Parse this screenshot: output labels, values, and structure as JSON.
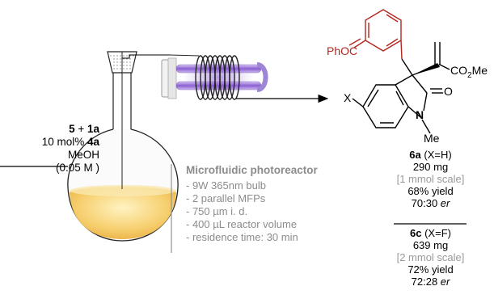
{
  "conditions": {
    "line1_a": "5",
    "line1_b": " + ",
    "line1_c": "1a",
    "line2_a": "10 mol% ",
    "line2_b": "4a",
    "line3": "MeOH",
    "line4": "(0.05 M )"
  },
  "reactor": {
    "title": "Microfluidic photoreactor",
    "specs": [
      "- 9W 365nm bulb",
      "- 2 parallel MFPs",
      "- 750 µm i. d.",
      "- 400 µL reactor volume",
      "- residence time: 30 min"
    ]
  },
  "structure": {
    "phoc": "PhOC",
    "x": "X",
    "co2me_a": "CO",
    "co2me_sub": "2",
    "co2me_b": "Me",
    "o": "O",
    "n": "N",
    "me": "Me"
  },
  "results": [
    {
      "compound": "6a",
      "substituent": " (X=H)",
      "mass": "290 mg",
      "scale": "[1 mmol scale]",
      "yield": "68% yield",
      "er_value": "70:30 ",
      "er_label": "er"
    },
    {
      "compound": "6c",
      "substituent": " (X=F)",
      "mass": "639 mg",
      "scale": "[2 mmol scale]",
      "yield": "72% yield",
      "er_value": "72:28 ",
      "er_label": "er"
    }
  ],
  "colors": {
    "highlight": "#b3261e",
    "spec_text": "#8c8c8c",
    "flask_liquid": "#f6cf6e",
    "lamp_glow": "#8a5fd0"
  }
}
